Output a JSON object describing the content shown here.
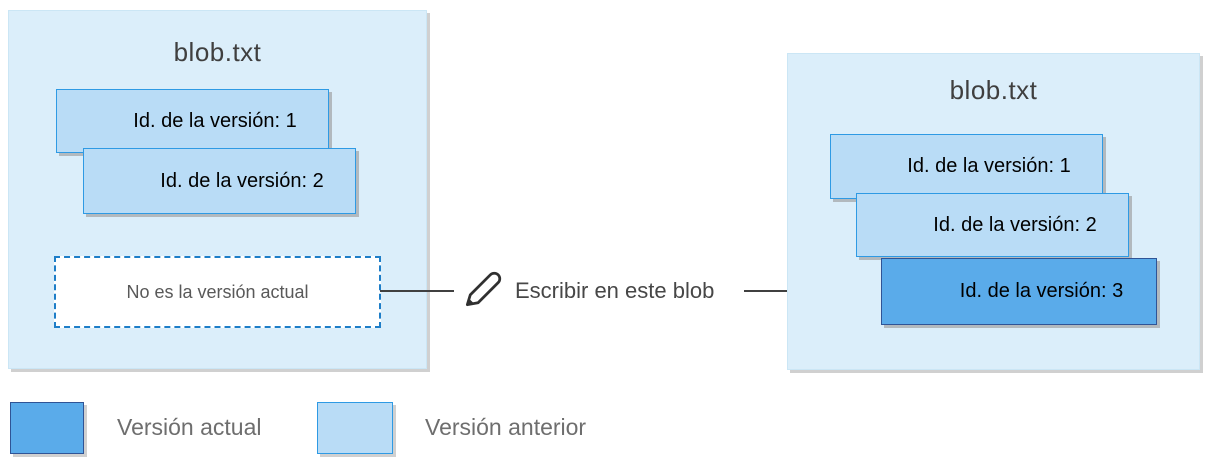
{
  "left_blob": {
    "title": "blob.txt",
    "versions": [
      {
        "label": "Id. de la versión: 1",
        "current": false
      },
      {
        "label": "Id. de la versión: 2",
        "current": false
      }
    ],
    "note": "No es la versión actual"
  },
  "action": {
    "icon": "pencil-icon",
    "label": "Escribir en este blob"
  },
  "right_blob": {
    "title": "blob.txt",
    "versions": [
      {
        "label": "Id. de la versión: 1",
        "current": false
      },
      {
        "label": "Id. de la versión: 2",
        "current": false
      },
      {
        "label": "Id. de la versión: 3",
        "current": true
      }
    ]
  },
  "legend": {
    "items": [
      {
        "label": "Versión actual",
        "swatch_color": "#5aabea",
        "border_color": "#2f5496"
      },
      {
        "label": "Versión anterior",
        "swatch_color": "#b9dcf6",
        "border_color": "#2e9ae4"
      }
    ]
  },
  "colors": {
    "container_fill": "#dbeefa",
    "previous_version_fill": "#b9dcf6",
    "previous_version_border": "#2e9ae4",
    "current_version_fill": "#5aabea",
    "current_version_border": "#2f5496",
    "dashed_border": "#1e7ec8",
    "arrow": "#404040"
  }
}
